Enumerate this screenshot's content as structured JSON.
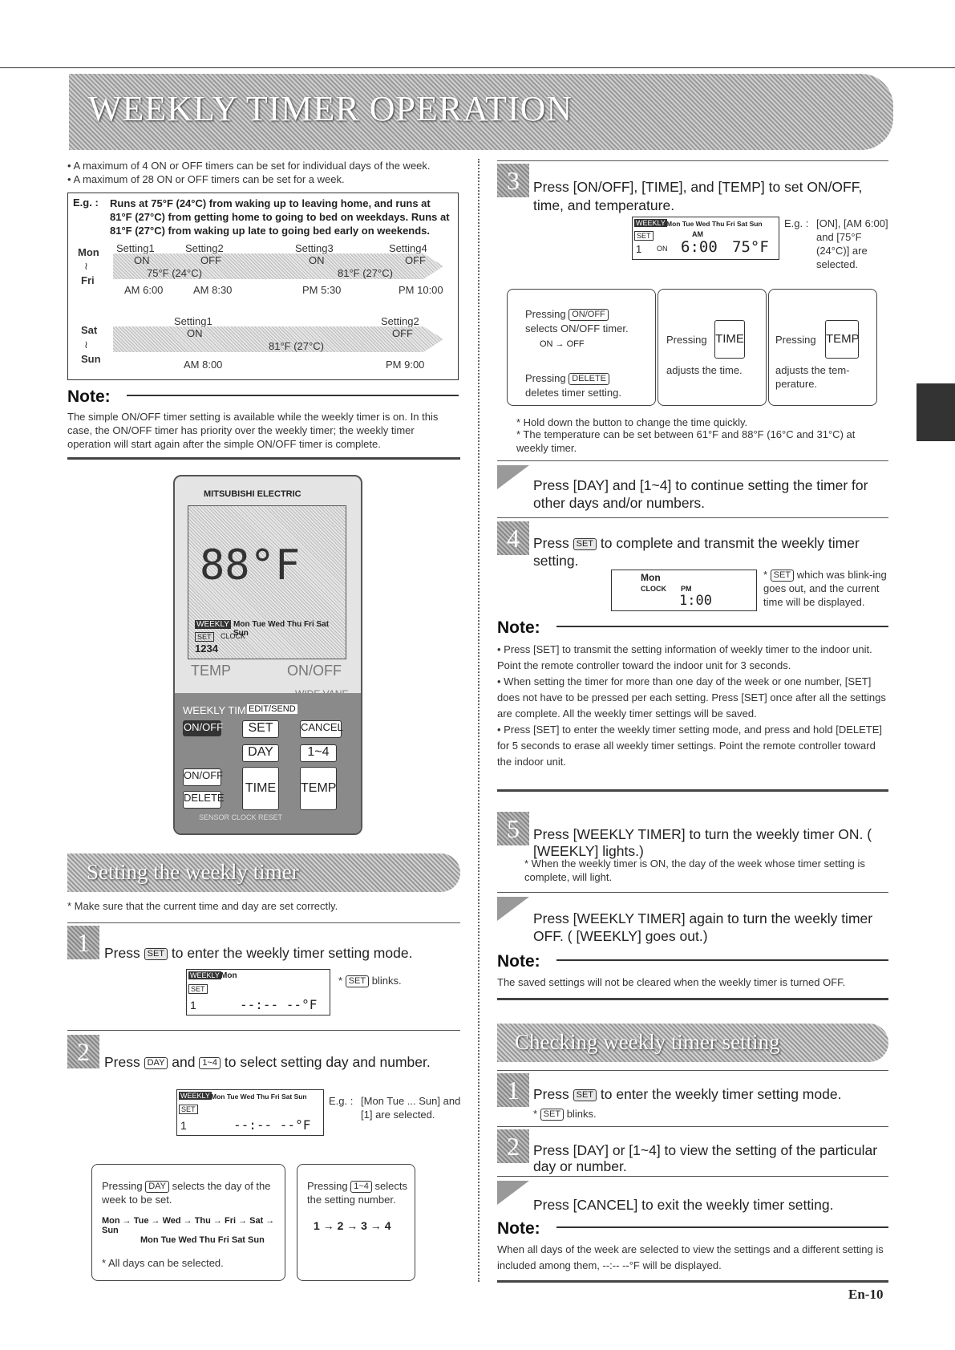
{
  "header": {
    "title": "WEEKLY TIMER OPERATION"
  },
  "intro": {
    "bullet1": "A maximum of 4 ON or OFF timers can be set for individual days of the week.",
    "bullet2": "A maximum of 28 ON or OFF timers can be set for a week."
  },
  "example": {
    "label": "E.g. :",
    "text": "Runs at 75°F (24°C) from waking up to leaving home, and runs at 81°F (27°C) from getting home to going to bed on weekdays. Runs at 81°F (27°C) from waking up late to going bed early on weekends.",
    "day_mon": "Mon",
    "day_tilde": "≀",
    "day_fri": "Fri",
    "day_sat": "Sat",
    "day_sun": "Sun",
    "weekday": {
      "settings": [
        "Setting1",
        "Setting2",
        "Setting3",
        "Setting4"
      ],
      "states": [
        "ON",
        "OFF",
        "ON",
        "OFF"
      ],
      "temp1": "75°F (24°C)",
      "temp2": "81°F (27°C)",
      "times": [
        "AM 6:00",
        "AM 8:30",
        "PM 5:30",
        "PM 10:00"
      ]
    },
    "weekend": {
      "settings": [
        "Setting1",
        "Setting2"
      ],
      "states": [
        "ON",
        "OFF"
      ],
      "temp": "81°F (27°C)",
      "times": [
        "AM 8:00",
        "PM 9:00"
      ]
    }
  },
  "note1": {
    "heading": "Note:",
    "text": "The simple ON/OFF timer setting is available while the weekly timer is on. In this case, the ON/OFF timer has priority over the weekly timer; the weekly timer operation will start again after the simple ON/OFF timer is complete."
  },
  "remote": {
    "brand": "MITSUBISHI ELECTRIC",
    "days": "Mon Tue Wed Thu Fri Sat Sun",
    "weekly": "WEEKLY",
    "set": "SET",
    "clock": "CLOCK",
    "numbers": "1234",
    "temp_label": "TEMP",
    "onoff_label": "ON/OFF",
    "wide_vane": "WIDE VANE",
    "weekly_timer": "WEEKLY TIMER",
    "edit_send": "EDIT/SEND",
    "btn_onoff": "ON/OFF",
    "btn_set": "SET",
    "btn_cancel": "CANCEL",
    "btn_day": "DAY",
    "btn_range": "1~4",
    "btn_onoff2": "ON/OFF",
    "btn_delete": "DELETE",
    "btn_time": "TIME",
    "btn_temp": "TEMP",
    "bottom": "SENSOR  CLOCK  RESET"
  },
  "setting_section": {
    "title": "Setting the weekly timer",
    "note": "* Make sure that the current time and day are set correctly."
  },
  "step1": {
    "num": "1",
    "pre": "Press",
    "post": "to enter the weekly timer setting mode.",
    "lcd_weekly": "WEEKLY",
    "lcd_day": "Mon",
    "lcd_set": "SET",
    "lcd_num": "1",
    "lcd_val": "--:--  --°F",
    "aside": "blinks."
  },
  "step2": {
    "num": "2",
    "pre": "Press",
    "mid": "and",
    "post": "to select setting day and number.",
    "eg": "E.g. :",
    "eg_text": "[Mon Tue ... Sun] and [1] are selected.",
    "lcd_days": "Mon Tue Wed Thu Fri Sat Sun",
    "box1_pre": "Pressing",
    "box1_post": "selects the day of the week to be set.",
    "box1_seq": "Mon → Tue → Wed → Thu → Fri → Sat → Sun",
    "box1_seq2": "Mon Tue Wed Thu Fri Sat Sun",
    "box1_note": "* All days can be selected.",
    "box2_pre": "Pressing",
    "box2_post": "selects the setting number.",
    "box2_seq": "1 → 2 → 3 → 4"
  },
  "step3": {
    "num": "3",
    "text": "Press [ON/OFF], [TIME], and [TEMP] to set ON/OFF, time, and temperature.",
    "eg": "E.g. :",
    "eg_text": "[ON], [AM 6:00] and [75°F (24°C)] are selected.",
    "lcd_weekly": "WEEKLY",
    "lcd_days": "Mon Tue Wed Thu Fri Sat Sun",
    "lcd_set": "SET",
    "lcd_am": "AM",
    "lcd_num": "1",
    "lcd_on": "ON",
    "lcd_time": "6:00",
    "lcd_temp": "75°F",
    "box1_a": "Pressing",
    "box1_b": "selects ON/OFF timer.",
    "box1_seq": "ON → OFF",
    "box1_c": "Pressing",
    "box1_d": "deletes timer setting.",
    "box2_a": "Pressing",
    "box2_b": "adjusts the time.",
    "box3_a": "Pressing",
    "box3_b": "adjusts the tem-perature.",
    "hold": "* Hold down the button to change the time quickly.",
    "range": "* The temperature can be set between 61°F and 88°F (16°C and 31°C) at weekly timer."
  },
  "step3b": {
    "text": "Press [DAY] and [1~4] to continue setting the timer for other days and/or numbers."
  },
  "step4": {
    "num": "4",
    "pre": "Press",
    "post": "to complete and transmit the weekly timer setting.",
    "lcd_day": "Mon",
    "lcd_clock": "CLOCK",
    "lcd_pm": "PM",
    "lcd_time": "1:00",
    "aside": "which was blink-ing goes out, and the current time will be displayed."
  },
  "note2": {
    "heading": "Note:",
    "b1": "Press [SET] to transmit the setting information of weekly timer to the indoor unit. Point the remote controller toward the indoor unit for 3 seconds.",
    "b2": "When setting the timer for more than one day of the week or one number, [SET] does not have to be pressed per each setting. Press [SET] once after all the settings are complete. All the weekly timer settings will be saved.",
    "b3": "Press [SET] to enter the weekly timer setting mode, and press and hold [DELETE] for 5 seconds to erase all weekly timer settings. Point the remote controller toward the indoor unit."
  },
  "step5": {
    "num": "5",
    "text": "Press [WEEKLY TIMER] to turn the weekly timer ON. ( [WEEKLY] lights.)",
    "note": "* When the weekly timer is ON, the day of the week whose timer setting is complete, will light."
  },
  "step5b": {
    "text": "Press [WEEKLY TIMER] again to turn the weekly timer OFF. ( [WEEKLY] goes out.)"
  },
  "note3": {
    "heading": "Note:",
    "text": "The saved settings will not be cleared when the weekly timer is turned OFF."
  },
  "check_section": {
    "title": "Checking weekly timer setting",
    "s1_num": "1",
    "s1_pre": "Press",
    "s1_post": "to enter the weekly timer setting mode.",
    "s1_note": "blinks.",
    "s2_num": "2",
    "s2_text": "Press [DAY] or [1~4] to view the setting of the particular day or number.",
    "s3_text": "Press [CANCEL] to exit the weekly timer setting."
  },
  "note4": {
    "heading": "Note:",
    "text": "When all days of the week are selected to view the settings and a different setting is included among them, --:-- --°F will be displayed."
  },
  "footer": {
    "page": "En-10"
  }
}
